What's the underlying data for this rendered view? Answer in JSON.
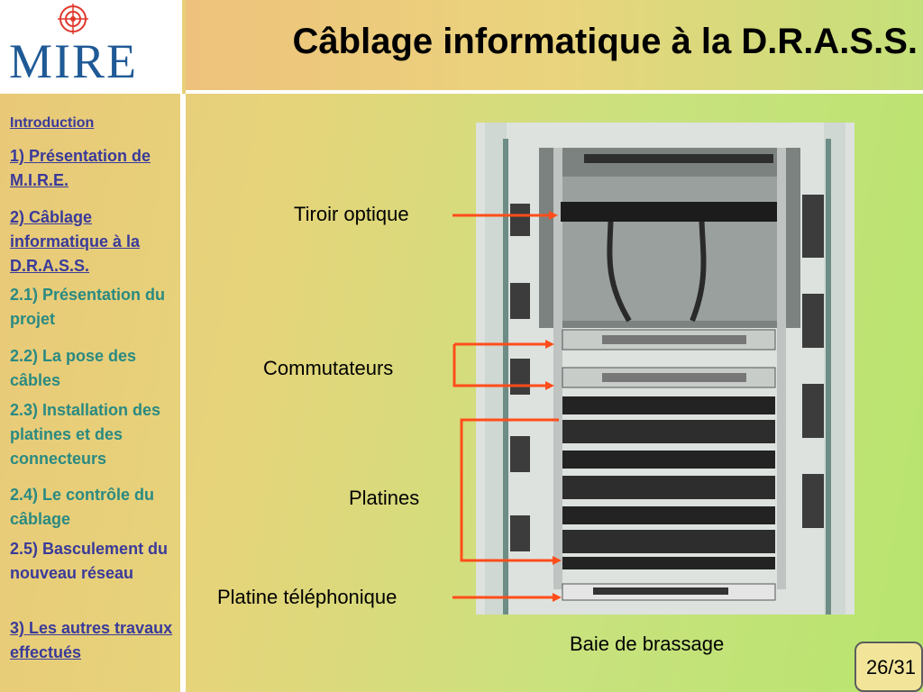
{
  "logo": {
    "text": "MIRE"
  },
  "slide": {
    "title": "Câblage informatique à la D.R.A.S.S."
  },
  "nav": [
    {
      "label": "Introduction"
    },
    {
      "label": "1) Présentation de M.I.R.E."
    },
    {
      "label": "2) Câblage informatique à la D.R.A.S.S."
    },
    {
      "label": "2.1) Présentation du projet"
    },
    {
      "label": "2.2) La pose des câbles"
    },
    {
      "label": "2.3) Installation des platines et des connecteurs"
    },
    {
      "label": "2.4) Le contrôle du câblage"
    },
    {
      "label": "2.5) Basculement du nouveau réseau"
    },
    {
      "label": "3) Les autres travaux effectués"
    }
  ],
  "labels": {
    "tiroir": "Tiroir optique",
    "commutateurs": "Commutateurs",
    "platines": "Platines",
    "platine_tel": "Platine téléphonique",
    "baie": "Baie de brassage"
  },
  "page": {
    "number": "26/31"
  },
  "colors": {
    "arrow": "#ff4d1a",
    "nav_teal": "#2a8a82",
    "nav_link": "#3a3a9a",
    "logo_blue": "#1f5a96"
  }
}
